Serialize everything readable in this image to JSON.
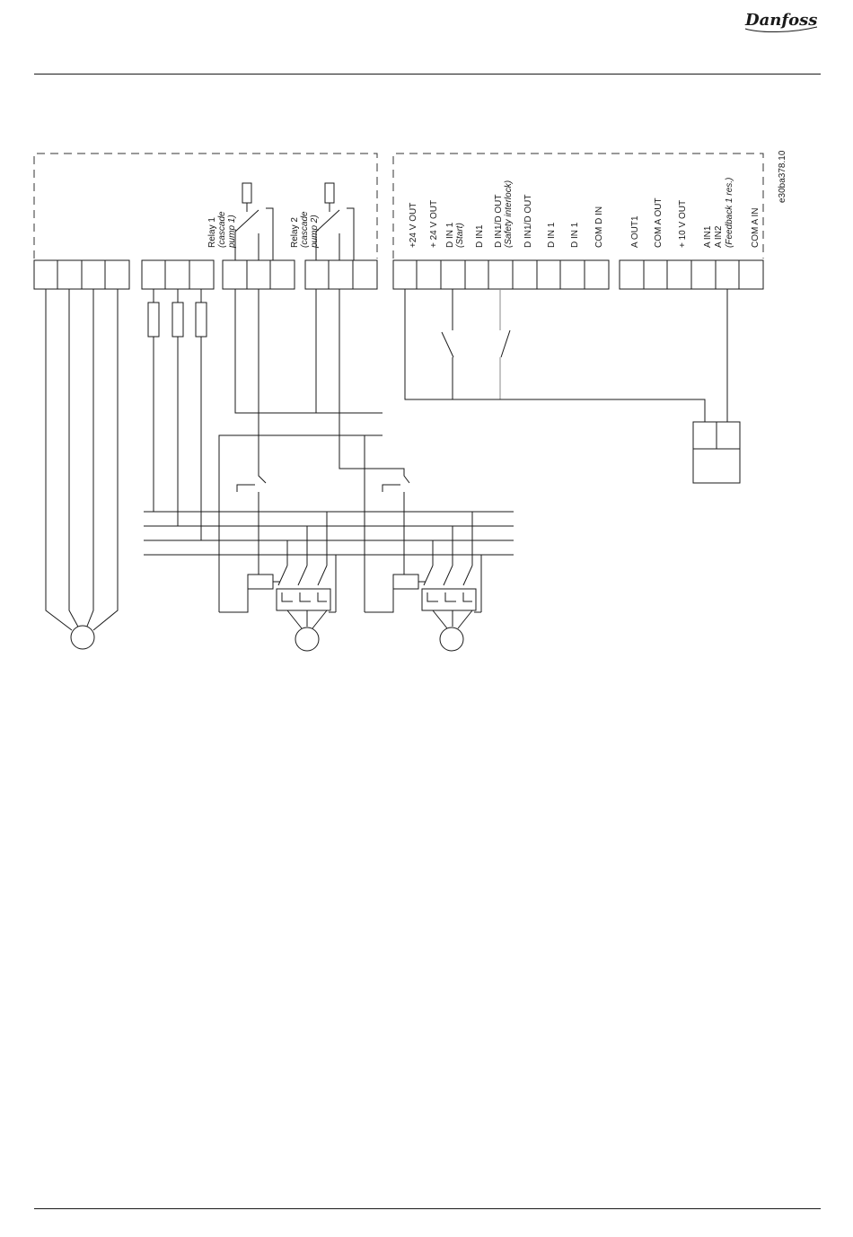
{
  "header": {
    "logo": "Danfoss",
    "logo_icon": "danfoss-logo"
  },
  "figure": {
    "id": "e30ba378.10",
    "relays": [
      {
        "label": "Relay 1",
        "note_line1": "(cascade",
        "note_line2": "pump 1)"
      },
      {
        "label": "Relay 2",
        "note_line1": "(cascade",
        "note_line2": "pump 2)"
      }
    ],
    "digital_terminals": [
      {
        "label": "+24 V OUT"
      },
      {
        "label": "+ 24 V OUT"
      },
      {
        "label": "D IN 1",
        "note": "(Start)"
      },
      {
        "label": "D IN1"
      },
      {
        "label": "D IN1/D OUT",
        "note": "(Safety interlock)"
      },
      {
        "label": "D IN1/D OUT"
      },
      {
        "label": "D IN 1"
      },
      {
        "label": "D IN 1"
      },
      {
        "label": "COM D IN"
      }
    ],
    "analog_terminals": [
      {
        "label": "A OUT1"
      },
      {
        "label": "COM A OUT"
      },
      {
        "label": "+ 10 V OUT"
      },
      {
        "label": "A IN1"
      },
      {
        "label": "A IN2",
        "note": "(Feedback 1 res.)"
      },
      {
        "label": "COM A IN"
      }
    ]
  }
}
